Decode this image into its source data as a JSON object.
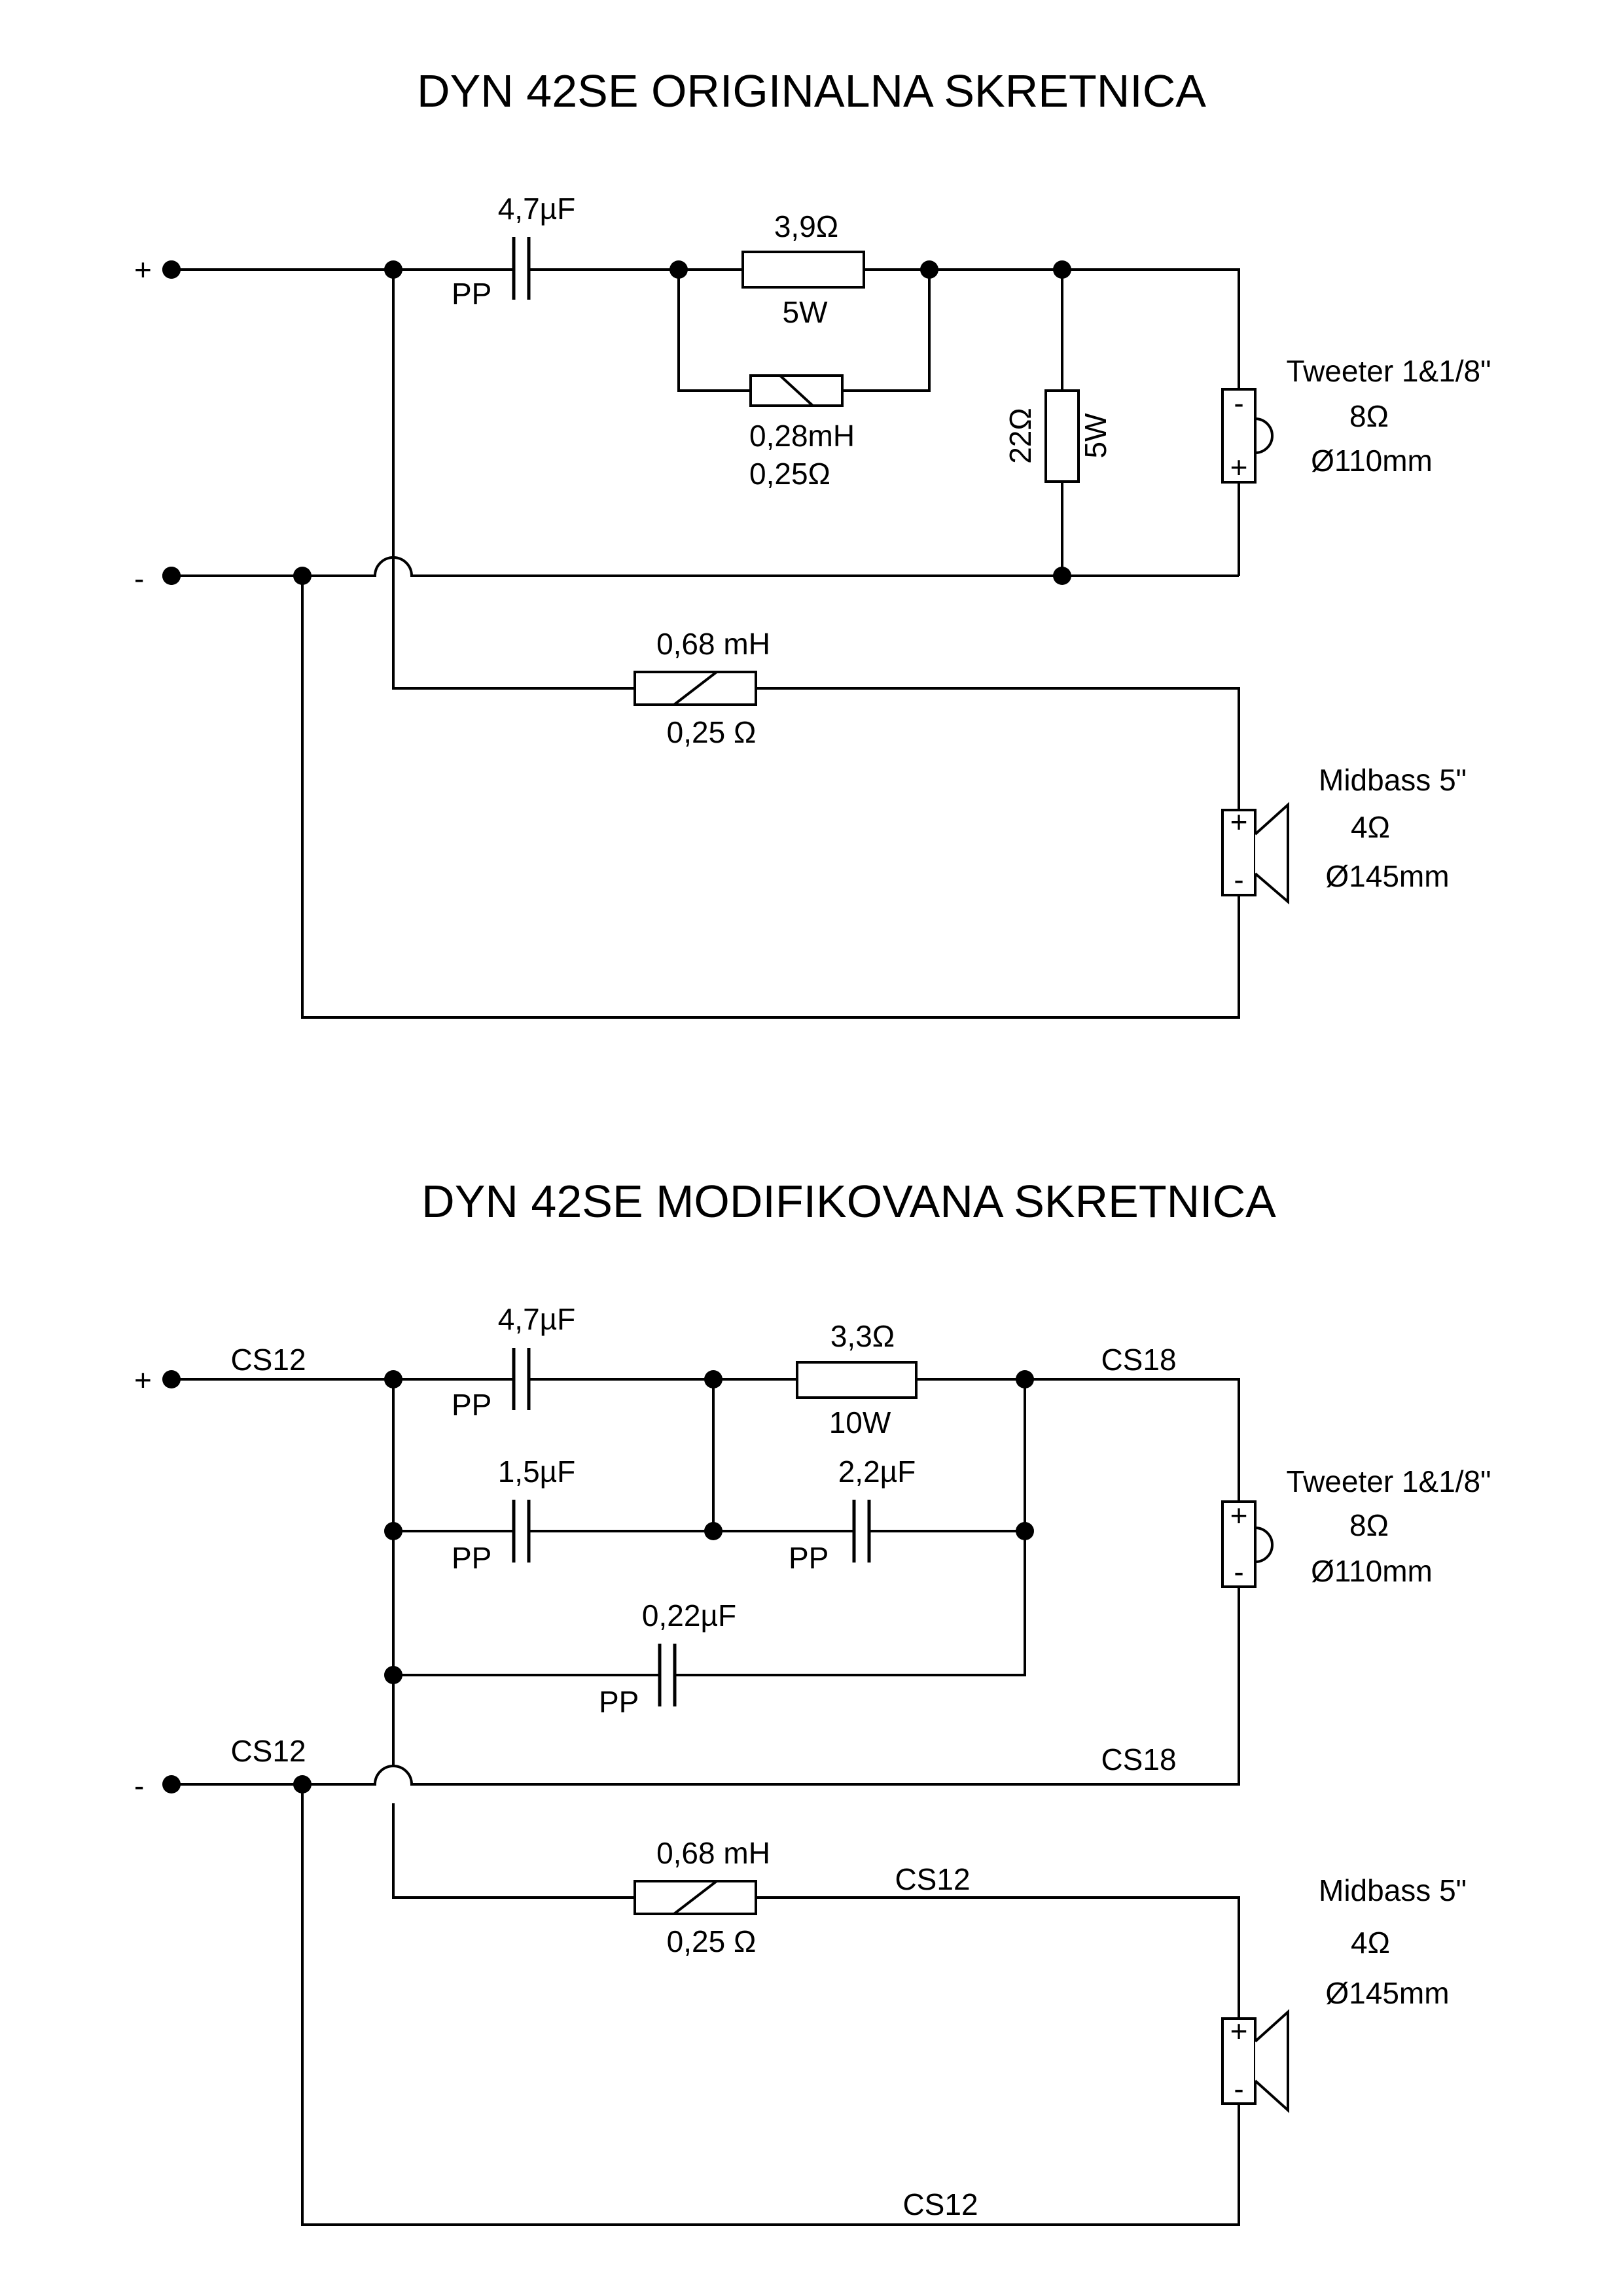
{
  "original": {
    "title": "DYN 42SE ORIGINALNA SKRETNICA",
    "terminal_plus": "+",
    "terminal_minus": "-",
    "cap_value": "4,7µF",
    "cap_type": "PP",
    "resistor_value": "3,9Ω",
    "resistor_power": "5W",
    "inductor_value": "0,28mH",
    "inductor_resistance": "0,25Ω",
    "shunt_value": "22Ω",
    "shunt_power": "5W",
    "bass_inductor_value": "0,68 mH",
    "bass_inductor_resistance": "0,25 Ω",
    "tweeter": {
      "name": "Tweeter 1&1/8\"",
      "impedance": "8Ω",
      "size": "Ø110mm",
      "pin_top": "-",
      "pin_bottom": "+"
    },
    "midbass": {
      "name": "Midbass 5\"",
      "impedance": "4Ω",
      "size": "Ø145mm",
      "pin_top": "+",
      "pin_bottom": "-"
    }
  },
  "modified": {
    "title": "DYN 42SE MODIFIKOVANA  SKRETNICA",
    "terminal_plus": "+",
    "terminal_minus": "-",
    "cable_plus_in": "CS12",
    "cable_minus_in": "CS12",
    "cable_tweeter_plus": "CS18",
    "cable_tweeter_minus": "CS18",
    "cable_midbass_plus": "CS12",
    "cable_midbass_minus": "CS12",
    "cap1_value": "4,7µF",
    "cap1_type": "PP",
    "resistor_value": "3,3Ω",
    "resistor_power": "10W",
    "cap2_value": "1,5µF",
    "cap2_type": "PP",
    "cap3_value": "2,2µF",
    "cap3_type": "PP",
    "cap4_value": "0,22µF",
    "cap4_type": "PP",
    "bass_inductor_value": "0,68 mH",
    "bass_inductor_resistance": "0,25 Ω",
    "tweeter": {
      "name": "Tweeter 1&1/8\"",
      "impedance": "8Ω",
      "size": "Ø110mm",
      "pin_top": "+",
      "pin_bottom": "-"
    },
    "midbass": {
      "name": "Midbass 5\"",
      "impedance": "4Ω",
      "size": "Ø145mm",
      "pin_top": "+",
      "pin_bottom": "-"
    }
  }
}
